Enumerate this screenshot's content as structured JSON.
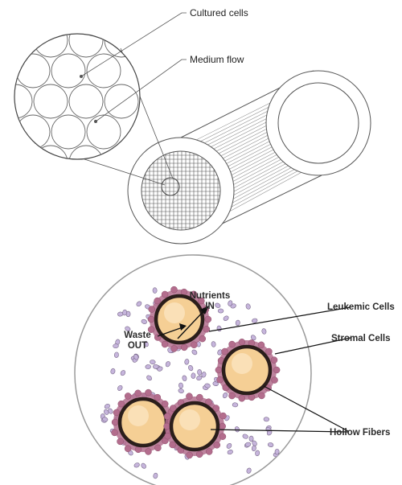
{
  "top_diagram": {
    "labels": {
      "cultured_cells": "Cultured cells",
      "medium_flow": "Medium flow"
    }
  },
  "bottom_diagram": {
    "labels": {
      "nutrients_in_line1": "Nutrients",
      "nutrients_in_line2": "IN",
      "waste_out_line1": "Waste",
      "waste_out_line2": "OUT",
      "leukemic_cells": "Leukemic Cells",
      "stromal_cells": "Stromal Cells",
      "hollow_fibers": "Hollow Fibers"
    },
    "colors": {
      "fiber_fill": "#f5cf95",
      "fiber_ring": "#2b1e1b",
      "stromal": "#b36d8d",
      "leukemic": "#c6b5dc",
      "outline": "#7a6a8a"
    }
  }
}
